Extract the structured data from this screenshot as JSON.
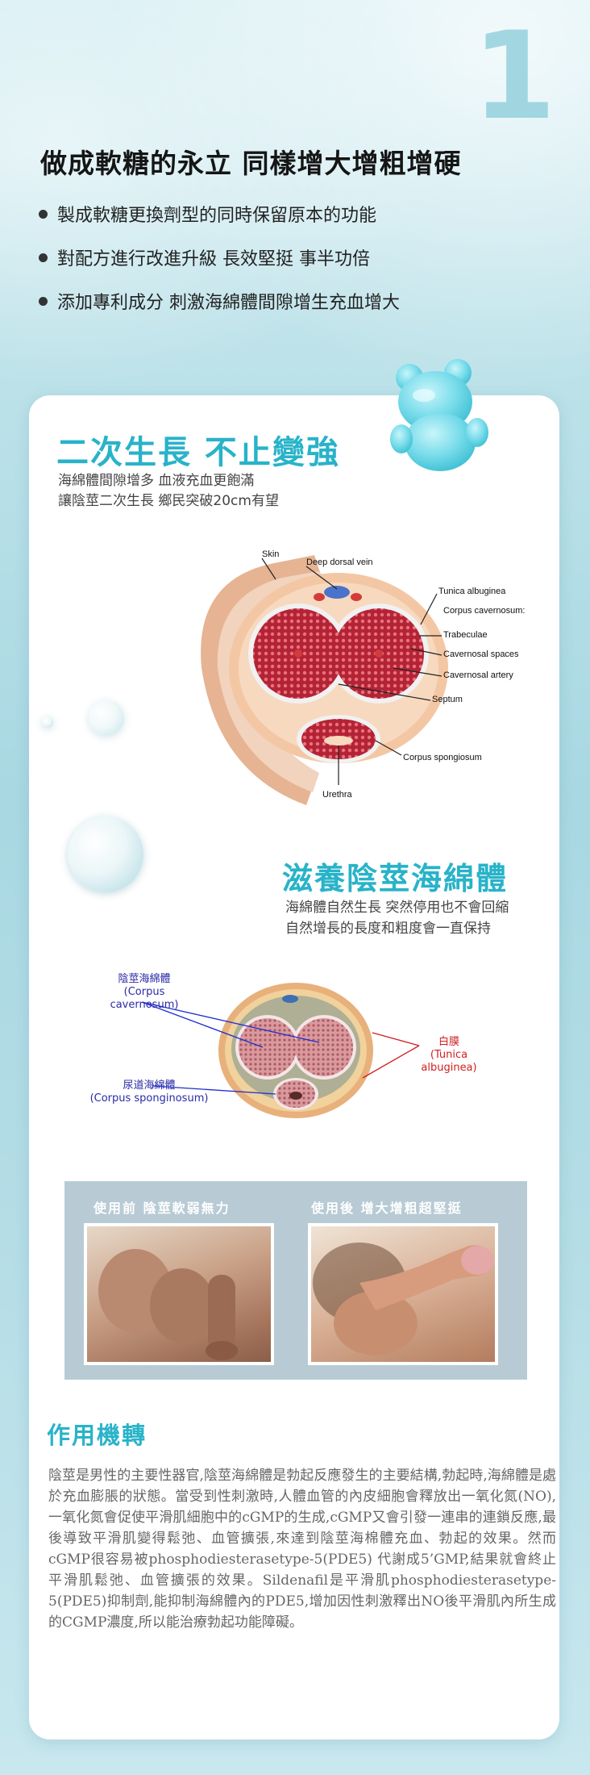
{
  "header": {
    "number": "1",
    "headline": "做成軟糖的永立 同樣增大增粗增硬",
    "bullets": [
      "製成軟糖更換劑型的同時保留原本的功能",
      "對配方進行改進升級 長效堅挺 事半功倍",
      "添加專利成分 刺激海綿體間隙增生充血增大"
    ]
  },
  "section1": {
    "title": "二次生長 不止變強",
    "subtitle_lines": [
      "海綿體間隙增多 血液充血更飽滿",
      "讓陰莖二次生長 鄉民突破20cm有望"
    ],
    "diagram_labels": {
      "skin": "Skin",
      "deep_dorsal_vein": "Deep dorsal vein",
      "tunica_albuginea": "Tunica albuginea",
      "corpus_cavernosum": "Corpus cavernosum:",
      "trabeculae": "Trabeculae",
      "cavernosal_spaces": "Cavernosal spaces",
      "cavernosal_artery": "Cavernosal artery",
      "septum": "Septum",
      "corpus_spongiosum": "Corpus spongiosum",
      "urethra": "Urethra"
    }
  },
  "section2": {
    "title": "滋養陰莖海綿體",
    "subtitle_lines": [
      "海綿體自然生長 突然停用也不會回縮",
      "自然增長的長度和粗度會一直保持"
    ],
    "labels": {
      "cavernosum_zh": "陰莖海綿體",
      "cavernosum_en": "(Corpus cavernosum)",
      "spongiosum_zh": "尿道海綿體",
      "spongiosum_en": "(Corpus sponginosum)",
      "tunica_zh": "白膜",
      "tunica_en": "(Tunica albuginea)"
    }
  },
  "compare": {
    "before_label": "使用前 陰莖軟弱無力",
    "after_label": "使用後 增大增粗超堅挺"
  },
  "mechanism": {
    "title": "作用機轉",
    "body": "陰莖是男性的主要性器官,陰莖海綿體是勃起反應發生的主要結構,勃起時,海綿體是處於充血膨脹的狀態。當受到性刺激時,人體血管的內皮細胞會釋放出一氧化氮(NO),一氧化氮會促使平滑肌細胞中的cGMP的生成,cGMP又會引發一連串的連鎖反應,最後導致平滑肌變得鬆弛、血管擴張,來達到陰莖海棉體充血、勃起的效果。然而cGMP很容易被phosphodiesterasetype-5(PDE5) 代謝成5’GMP,結果就會終止平滑肌鬆弛、血管擴張的效果。Sildenafil是平滑肌phosphodiesterasetype-5(PDE5)抑制劑,能抑制海綿體內的PDE5,增加因性刺激釋出NO後平滑肌內所生成的CGMP濃度,所以能治療勃起功能障礙。"
  },
  "colors": {
    "accent": "#28b3c9",
    "background": "#bfe3ea",
    "card": "#ffffff"
  }
}
